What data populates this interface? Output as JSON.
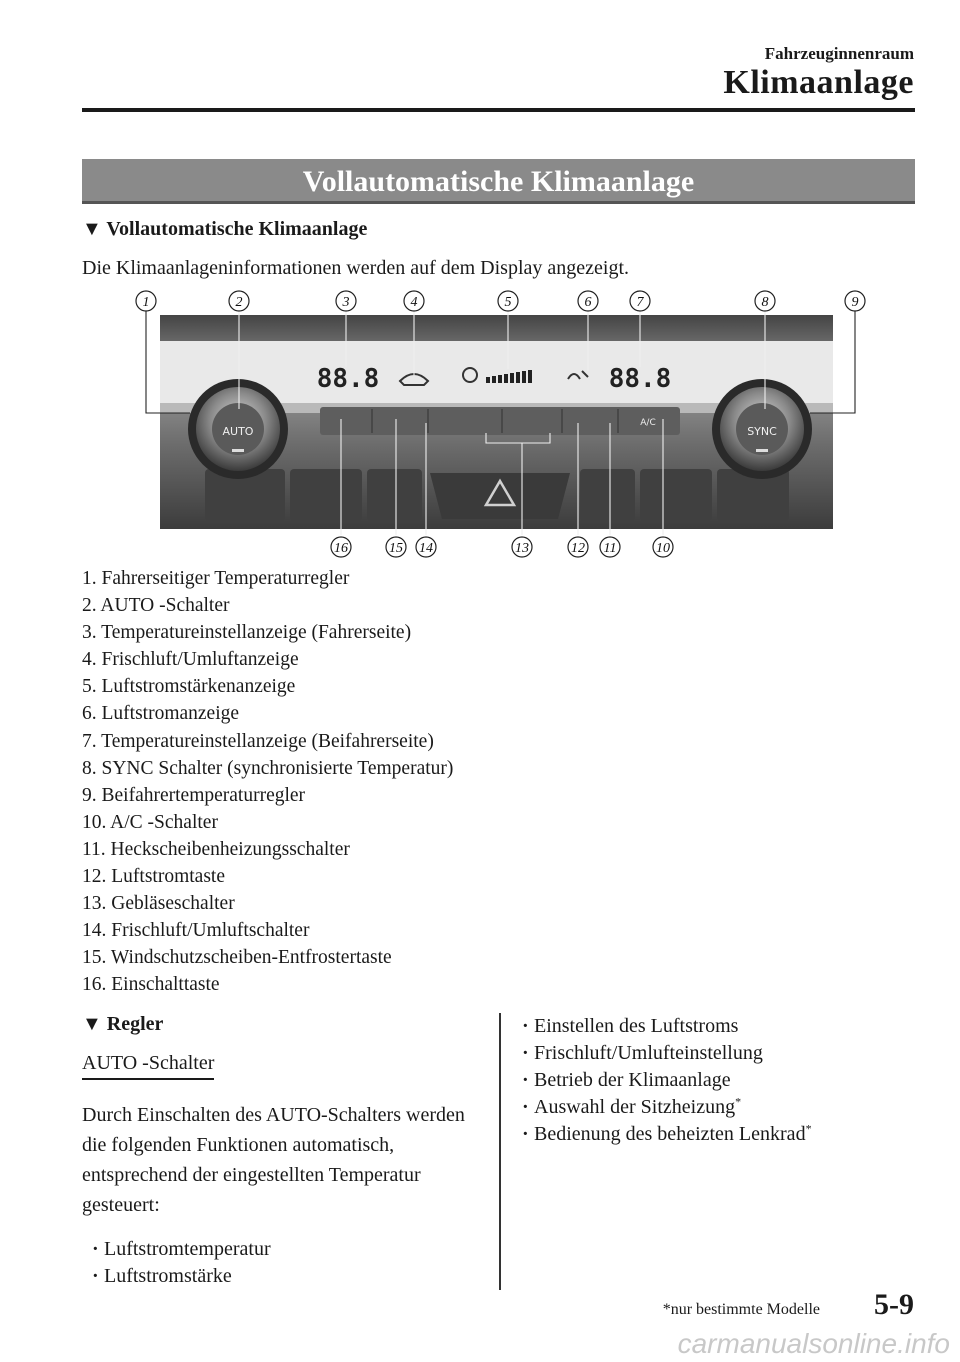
{
  "header": {
    "chapter": "Fahrzeuginnenraum",
    "section": "Klimaanlage"
  },
  "banner": "Vollautomatische Klimaanlage",
  "subheading": "▼ Vollautomatische Klimaanlage",
  "intro": "Die Klimaanlageninformationen werden auf dem Display angezeigt.",
  "figure": {
    "top_callouts": [
      "1",
      "2",
      "3",
      "4",
      "5",
      "6",
      "7",
      "8",
      "9"
    ],
    "bottom_callouts": [
      "16",
      "15",
      "14",
      "13",
      "12",
      "11",
      "10"
    ],
    "display_left": "88.8",
    "display_right": "88.8",
    "knob_left_label": "AUTO",
    "knob_right_label": "SYNC",
    "ac_label": "A/C"
  },
  "legend": [
    "1. Fahrerseitiger Temperaturregler",
    "2. AUTO -Schalter",
    "3. Temperatureinstellanzeige (Fahrerseite)",
    "4. Frischluft/Umluftanzeige",
    "5. Luftstromstärkenanzeige",
    "6. Luftstromanzeige",
    "7. Temperatureinstellanzeige (Beifahrerseite)",
    "8. SYNC Schalter (synchronisierte Temperatur)",
    "9. Beifahrertemperaturregler",
    "10. A/C -Schalter",
    "11. Heckscheibenheizungsschalter",
    "12. Luftstromtaste",
    "13. Gebläseschalter",
    "14. Frischluft/Umluftschalter",
    "15. Windschutzscheiben-Entfrostertaste",
    "16. Einschalttaste"
  ],
  "regler": {
    "heading": "▼ Regler",
    "tab_title": "AUTO -Schalter",
    "paragraph": "Durch Einschalten des AUTO-Schalters werden die folgenden Funktionen automatisch, entsprechend der eingestellten Temperatur gesteuert:",
    "bullets_left": [
      "Luftstromtemperatur",
      "Luftstromstärke"
    ],
    "bullets_right": [
      {
        "text": "Einstellen des Luftstroms",
        "star": ""
      },
      {
        "text": "Frischluft/Umlufteinstellung",
        "star": ""
      },
      {
        "text": "Betrieb der Klimaanlage",
        "star": ""
      },
      {
        "text": "Auswahl der Sitzheizung",
        "star": "*"
      },
      {
        "text": "Bedienung des beheizten Lenkrad",
        "star": "*"
      }
    ]
  },
  "footer": {
    "note": "*nur bestimmte Modelle",
    "page": "5-9",
    "watermark": "carmanualsonline.info"
  }
}
